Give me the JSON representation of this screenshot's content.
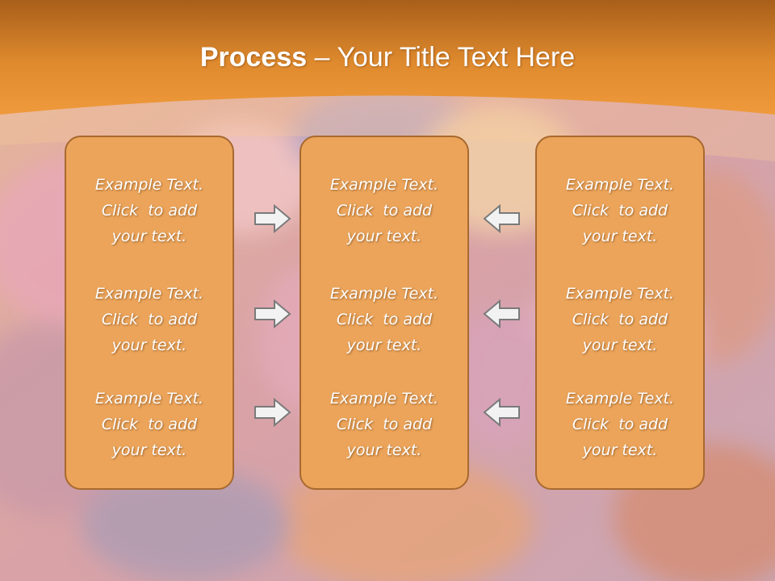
{
  "title": {
    "bold": "Process",
    "rest": " – Your Title Text Here"
  },
  "columns": [
    {
      "items": [
        {
          "l1": "Example Text.",
          "l2": "Click  to add",
          "l3": "your text."
        },
        {
          "l1": "Example Text.",
          "l2": "Click  to add",
          "l3": "your text."
        },
        {
          "l1": "Example Text.",
          "l2": "Click  to add",
          "l3": "your text."
        }
      ]
    },
    {
      "items": [
        {
          "l1": "Example Text.",
          "l2": "Click  to add",
          "l3": "your text."
        },
        {
          "l1": "Example Text.",
          "l2": "Click  to add",
          "l3": "your text."
        },
        {
          "l1": "Example Text.",
          "l2": "Click  to add",
          "l3": "your text."
        }
      ]
    },
    {
      "items": [
        {
          "l1": "Example Text.",
          "l2": "Click  to add",
          "l3": "your text."
        },
        {
          "l1": "Example Text.",
          "l2": "Click  to add",
          "l3": "your text."
        },
        {
          "l1": "Example Text.",
          "l2": "Click  to add",
          "l3": "your text."
        }
      ]
    }
  ],
  "colors": {
    "header": "#e08a2c",
    "box_fill": "#eba45a",
    "box_border": "#a8692e",
    "arrow_fill": "#f2f2f2",
    "arrow_stroke": "#7a7a7a"
  },
  "icons": {
    "left_arrows": "arrow-right-icon",
    "right_arrows": "arrow-left-icon"
  }
}
